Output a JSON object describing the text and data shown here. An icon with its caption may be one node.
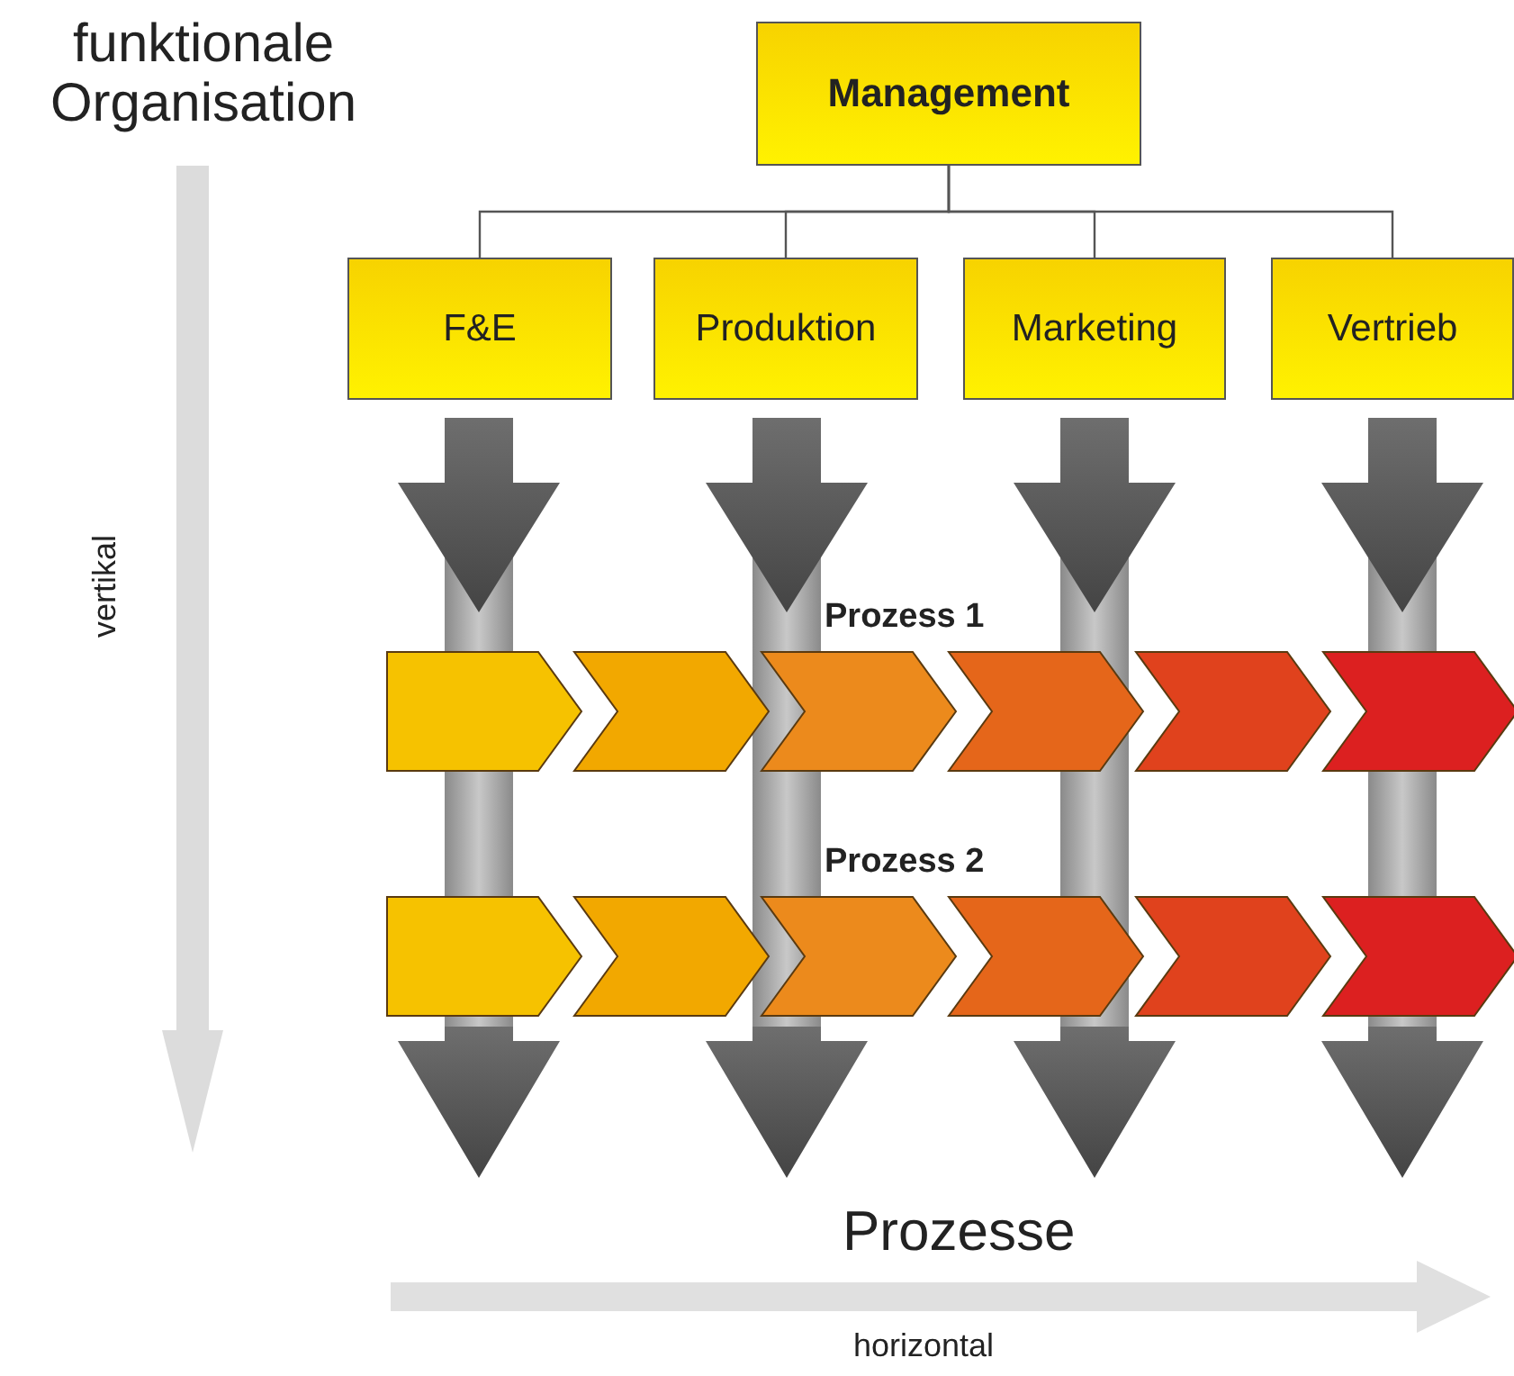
{
  "diagram": {
    "nodes": [
      {
        "text": [
          "Management"
        ]
      },
      {
        "text": [
          "F&E"
        ]
      },
      {
        "text": [
          "Produktion"
        ]
      },
      {
        "text": [
          "Marketing"
        ]
      },
      {
        "text": [
          "Vertrieb"
        ]
      }
    ],
    "edges": [
      {
        "from": 0,
        "to": 1,
        "arrow": "none"
      },
      {
        "from": 0,
        "to": 2,
        "arrow": "none"
      },
      {
        "from": 0,
        "to": 3,
        "arrow": "none"
      },
      {
        "from": 0,
        "to": 4,
        "arrow": "none"
      }
    ],
    "labels": [
      "funktionale Organisation",
      "vertikal",
      "Prozess 1",
      "Prozess 2",
      "Prozesse",
      "horizontal"
    ]
  }
}
